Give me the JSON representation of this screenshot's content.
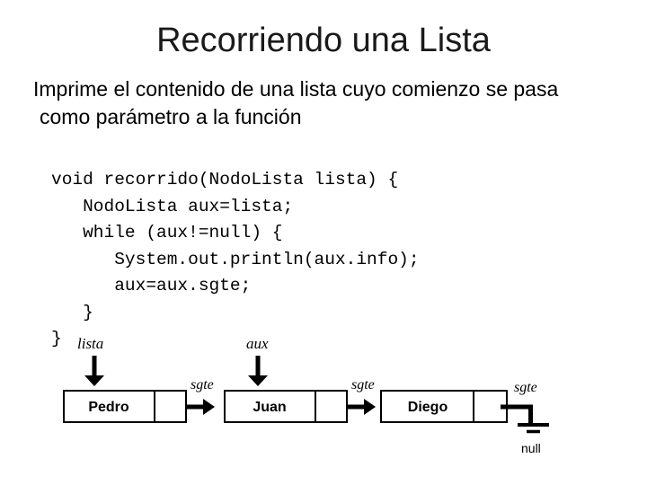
{
  "slide": {
    "title": "Recorriendo una Lista",
    "body_lines": [
      "Imprime el contenido de una lista cuyo comienzo se pasa",
      "como parámetro a la función"
    ]
  },
  "code": {
    "language": "java",
    "lines": [
      "void recorrido(NodoLista lista) {",
      "   NodoLista aux=lista;",
      "   while (aux!=null) {",
      "      System.out.println(aux.info);",
      "      aux=aux.sgte;",
      "   }",
      "}"
    ]
  },
  "diagram": {
    "head_label": "lista",
    "aux_label": "aux",
    "field_label": "sgte",
    "null_label": "null",
    "nodes": [
      {
        "name": "Pedro"
      },
      {
        "name": "Juan"
      },
      {
        "name": "Diego"
      }
    ]
  },
  "colors": {
    "background": "#ffffff",
    "text": "#000000",
    "diagram_stroke": "#000000"
  }
}
